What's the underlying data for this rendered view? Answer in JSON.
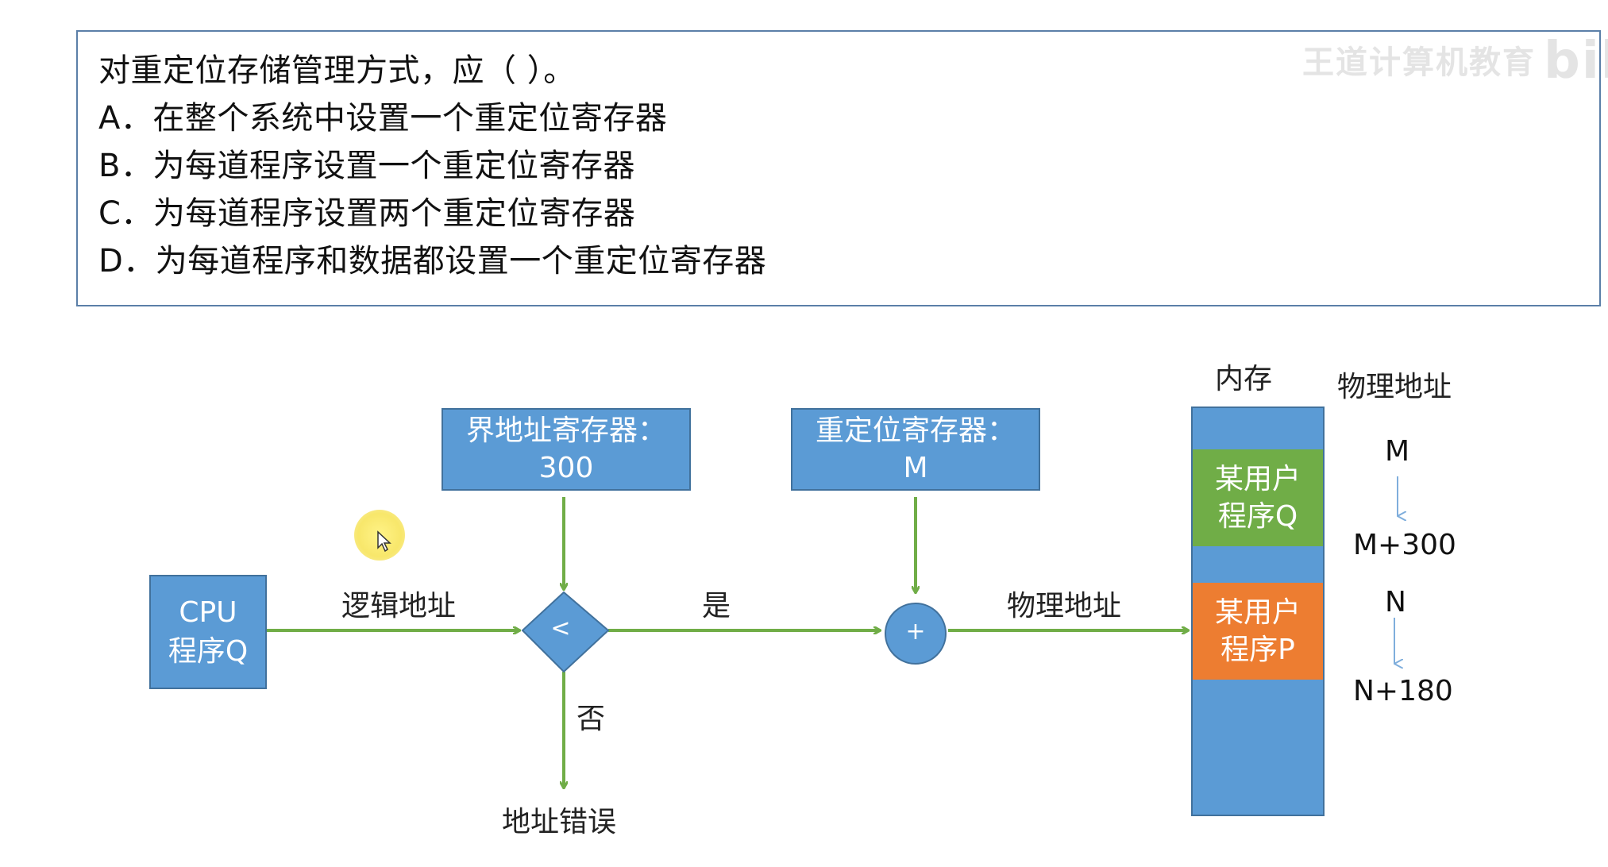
{
  "question": {
    "stem": "对重定位存储管理方式，应（    ）。",
    "options": [
      "A．在整个系统中设置一个重定位寄存器",
      "B．为每道程序设置一个重定位寄存器",
      "C．为每道程序设置两个重定位寄存器",
      "D．为每道程序和数据都设置一个重定位寄存器"
    ]
  },
  "watermark": {
    "text": "王道计算机教育",
    "logo": "bili"
  },
  "diagram": {
    "cpu": {
      "line1": "CPU",
      "line2": "程序Q"
    },
    "bound_register": {
      "title": "界地址寄存器：",
      "value": "300"
    },
    "relocation_register": {
      "title": "重定位寄存器：",
      "value": "M"
    },
    "compare_symbol": "<",
    "add_symbol": "+",
    "labels": {
      "logical_address": "逻辑地址",
      "yes": "是",
      "no": "否",
      "physical_address": "物理地址",
      "address_error": "地址错误"
    },
    "memory": {
      "title": "内存",
      "physical_address_header": "物理地址",
      "program_q": {
        "line1": "某用户",
        "line2": "程序Q"
      },
      "program_p": {
        "line1": "某用户",
        "line2": "程序P"
      },
      "addr_m": "M",
      "addr_m_end": "M+300",
      "addr_n": "N",
      "addr_n_end": "N+180"
    }
  },
  "colors": {
    "box_blue": "#5b9bd5",
    "arrow_green": "#70ad47",
    "program_green": "#70ad47",
    "program_orange": "#ed7d31",
    "thin_arrow": "#7faedc"
  }
}
